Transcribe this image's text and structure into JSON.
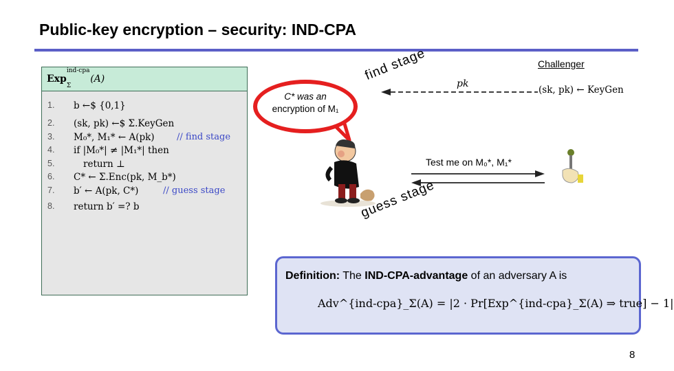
{
  "slide": {
    "title": "Public-key encryption – security: IND-CPA",
    "number": "8"
  },
  "experiment": {
    "header": "Exp",
    "header_sup": "ind-cpa",
    "header_sub": "Σ",
    "header_arg": "(A)",
    "lines": [
      {
        "num": "1.",
        "code": "b ←$ {0,1}",
        "comment": ""
      },
      {
        "num": "2.",
        "code": "(sk, pk) ←$ Σ.KeyGen",
        "comment": ""
      },
      {
        "num": "3.",
        "code": "M₀*, M₁* ← A(pk)",
        "comment": "// find stage"
      },
      {
        "num": "4.",
        "code": "if |M₀*| ≠ |M₁*| then",
        "comment": ""
      },
      {
        "num": "5.",
        "code": "return ⊥",
        "comment": ""
      },
      {
        "num": "6.",
        "code": "C* ← Σ.Enc(pk, M_b*)",
        "comment": ""
      },
      {
        "num": "7.",
        "code": "b′ ← A(pk, C*)",
        "comment": "// guess stage"
      },
      {
        "num": "8.",
        "code": "return b′ =? b",
        "comment": ""
      }
    ]
  },
  "bubble": {
    "line1": "C* was an",
    "line2": "encryption of M₁"
  },
  "stages": {
    "find": "find stage",
    "guess": "guess stage"
  },
  "protocol": {
    "challenger": "Challenger",
    "pk": "pk",
    "keygen": "(sk, pk) ← KeyGen",
    "test_message": "Test me on M₀*, M₁*"
  },
  "definition": {
    "bold_prefix": "Definition:",
    "text_mid": " The ",
    "bold_term": "IND-CPA-advantage",
    "text_end": " of an adversary A is",
    "formula": "Adv^{ind-cpa}_Σ(A) = |2 · Pr[Exp^{ind-cpa}_Σ(A) ⇒ true] − 1|"
  },
  "colors": {
    "title_rule": "#5b5fc7",
    "exp_header_bg": "#c7ebd8",
    "exp_body_bg": "#e6e6e6",
    "comment": "#3a47c6",
    "bubble_border": "#e51f1f",
    "def_border": "#5b66d0",
    "def_bg": "#dfe3f4"
  }
}
